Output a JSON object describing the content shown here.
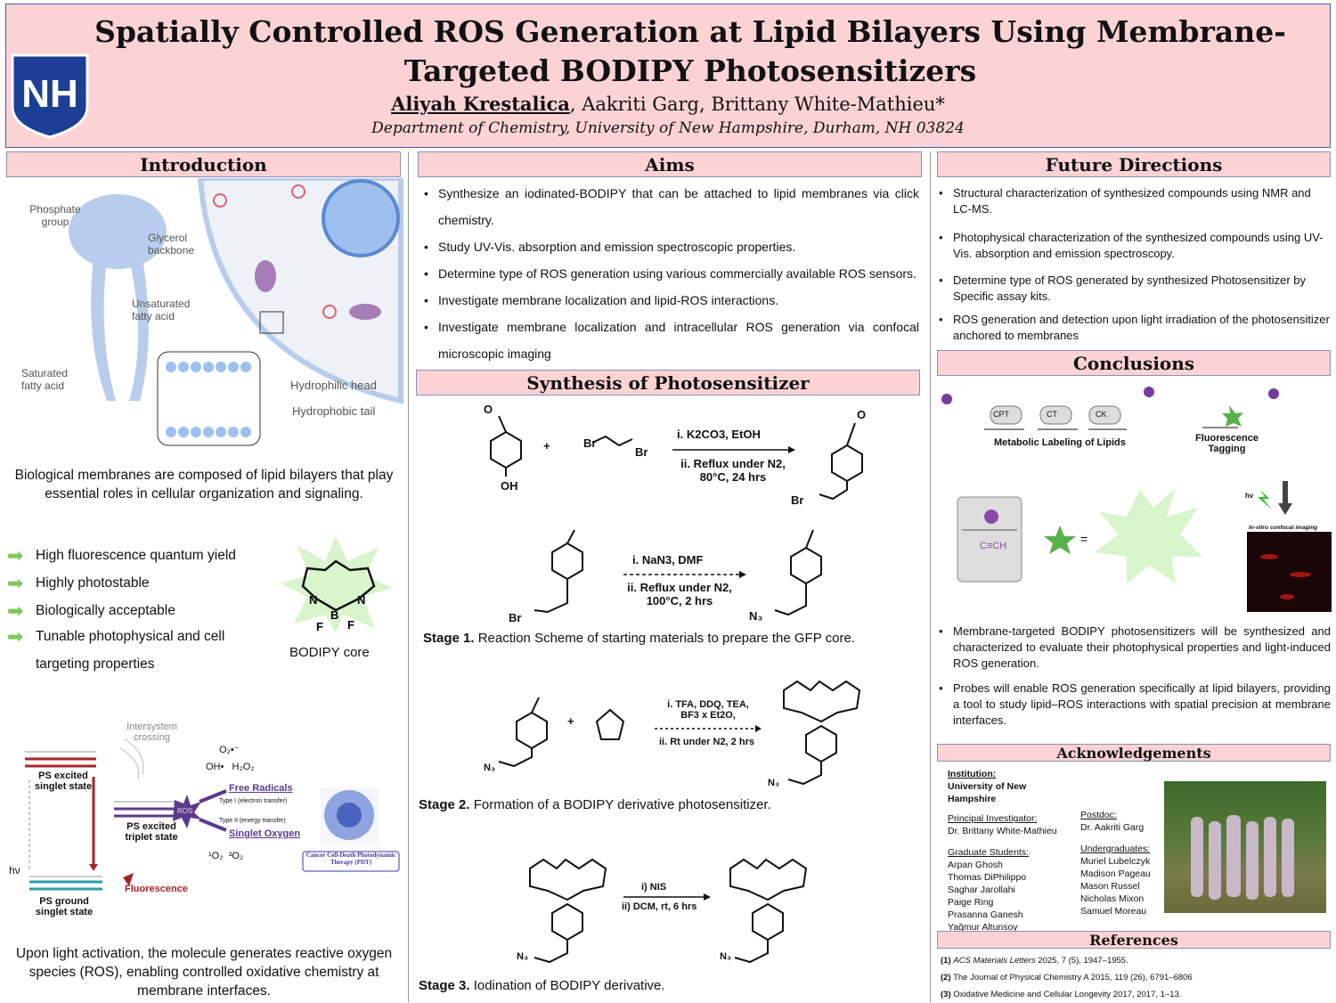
{
  "header": {
    "title": "Spatially Controlled ROS Generation at Lipid Bilayers Using Membrane-Targeted BODIPY Photosensitizers",
    "presenting_author": "Aliyah Krestalica",
    "other_authors": ", Aakriti Garg, Brittany White-Mathieu*",
    "department": "Department of Chemistry, University of New Hampshire, Durham, NH 03824",
    "logo_text": "NH"
  },
  "introduction": {
    "title": "Introduction",
    "diagram_labels": {
      "phosphate": "Phosphate group",
      "glycerol": "Glycerol backbone",
      "unsaturated": "Unsaturated fatty acid",
      "saturated": "Saturated fatty acid",
      "head": "Hydrophilic head",
      "tail": "Hydrophobic tail"
    },
    "text1": "Biological membranes are composed of lipid bilayers that play essential roles in cellular organization and signaling.",
    "features": [
      "High fluorescence quantum yield",
      "Highly photostable",
      "Biologically acceptable",
      "Tunable photophysical and cell targeting properties"
    ],
    "bodipy_label": "BODIPY core",
    "jablonski": {
      "isc": "Intersystem crossing",
      "s1": "PS excited singlet state",
      "t1": "PS excited triplet state",
      "s0": "PS ground singlet state",
      "hv": "hν",
      "fluorescence": "Fluorescence",
      "ros": "ROS",
      "free_radicals": "Free Radicals",
      "type1": "Type I (electron transfer)",
      "type2": "Type II (energy transfer)",
      "singlet_oxygen": "Singlet Oxygen",
      "species1": "O₂•⁻",
      "species2": "OH•   H₂O₂",
      "species3": "¹O₂  ³O₂",
      "pdt": "Cancer Cell-Death Photodynamic Therapy (PDT)"
    },
    "text2": "Upon light activation, the molecule generates reactive oxygen species (ROS), enabling controlled oxidative chemistry at membrane interfaces."
  },
  "aims": {
    "title": "Aims",
    "items": [
      "Synthesize an iodinated-BODIPY that can be attached to lipid membranes via click chemistry.",
      "Study UV-Vis. absorption and emission spectroscopic properties.",
      "Determine type of ROS generation using various commercially available ROS sensors.",
      "Investigate membrane localization and lipid-ROS interactions.",
      "Investigate membrane localization and intracellular ROS generation via confocal microscopic imaging"
    ]
  },
  "synthesis": {
    "title": "Synthesis of Photosensitizer",
    "r1": {
      "c1": "i. K2CO3, EtOH",
      "c2": "ii. Reflux under N2, 80°C, 24 hrs"
    },
    "r2": {
      "c1": "i. NaN3, DMF",
      "c2": "ii. Reflux under N2, 100°C, 2 hrs"
    },
    "stage1_b": "Stage 1.",
    "stage1": " Reaction Scheme of starting materials to prepare the GFP core.",
    "r3": {
      "c1": "i. TFA, DDQ, TEA, BF3 x Et2O,",
      "c2": "ii. Rt under N2, 2 hrs"
    },
    "stage2_b": "Stage 2.",
    "stage2": " Formation of a BODIPY derivative photosensitizer.",
    "r4": {
      "c1": "i) NIS",
      "c2": "ii) DCM, rt, 6 hrs"
    },
    "stage3_b": "Stage 3.",
    "stage3": " Iodination of BODIPY derivative.",
    "atoms": {
      "oh": "OH",
      "br": "Br",
      "o": "O",
      "n3": "N₃",
      "plus": "+"
    }
  },
  "future": {
    "title": "Future Directions",
    "items": [
      "Structural characterization of synthesized compounds using NMR and LC-MS.",
      "Photophysical characterization of the synthesized compounds using UV-Vis. absorption and emission spectroscopy.",
      "Determine type of ROS generated by synthesized Photosensitizer by Specific assay kits.",
      "ROS generation and detection upon light irradiation of the photosensitizer anchored to membranes"
    ]
  },
  "conclusions": {
    "title": "Conclusions",
    "enzymes": [
      "CPT",
      "CT",
      "CK"
    ],
    "metabolic": "Metabolic Labeling of Lipids",
    "tagging": "Fluorescence Tagging",
    "alkyne": "C≡CH",
    "hv": "hν",
    "confocal": "In-vitro confocal imaging",
    "items": [
      "Membrane-targeted BODIPY photosensitizers will be synthesized and characterized to evaluate their  photophysical properties and light-induced ROS generation.",
      "Probes will enable ROS generation specifically at lipid bilayers, providing a tool to study lipid–ROS interactions with spatial precision at membrane interfaces."
    ]
  },
  "acknowledgements": {
    "title": "Acknowledgements",
    "institution_h": "Institution:",
    "institution": "University of New Hampshire",
    "pi_h": "Principal Investigator:",
    "pi": "Dr. Brittany White-Mathieu",
    "postdoc_h": "Postdoc:",
    "postdoc": "Dr. Aakriti Garg",
    "grad_h": "Graduate Students:",
    "grads": [
      "Arpan Ghosh",
      "Thomas DiPhilippo",
      "Saghar Jarollahi",
      "Paige Ring",
      "Prasanna Ganesh",
      "Yağmur Altunsoy"
    ],
    "ug_h": "Undergraduates:",
    "ugs": [
      "Muriel Lubelczyk",
      "Madison Pageau",
      "Mason Russel",
      "Nicholas Mixon",
      "Samuel Moreau"
    ]
  },
  "references": {
    "title": "References",
    "items": [
      {
        "n": "(1)",
        "journal": "ACS Materials Letters",
        "rest": " 2025, 7 (5), 1947–1955."
      },
      {
        "n": "(2)",
        "journal": "",
        "rest": " The Journal of Physical Chemistry A 2015, 119 (26), 6791–6806"
      },
      {
        "n": "(3)",
        "journal": "",
        "rest": " Oxidative Medicine and Cellular Longevity 2017, 2017, 1–13."
      }
    ]
  },
  "colors": {
    "header_bg": "#fcd3d5",
    "accent_green": "#7dc85a",
    "dark_red": "#a3262b",
    "purple": "#5b3a8c"
  }
}
